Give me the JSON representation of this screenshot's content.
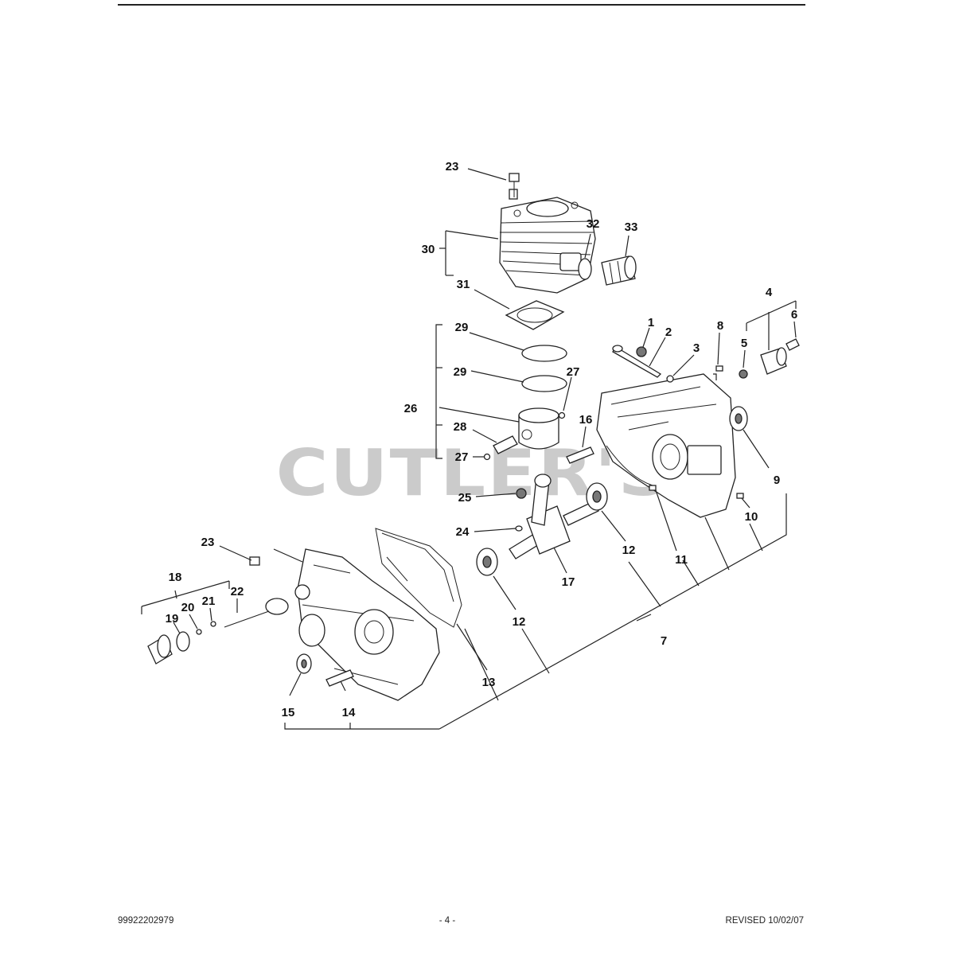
{
  "footer": {
    "part_number": "99922202979",
    "page": "- 4 -",
    "revised": "REVISED 10/02/07"
  },
  "watermark": "CUTLER'S",
  "callouts": {
    "c1": "1",
    "c2": "2",
    "c3": "3",
    "c4": "4",
    "c5": "5",
    "c6": "6",
    "c7": "7",
    "c8": "8",
    "c9": "9",
    "c10": "10",
    "c11": "11",
    "c12a": "12",
    "c12b": "12",
    "c13": "13",
    "c14": "14",
    "c15": "15",
    "c16": "16",
    "c17": "17",
    "c18": "18",
    "c19": "19",
    "c20": "20",
    "c21": "21",
    "c22": "22",
    "c23a": "23",
    "c23b": "23",
    "c24": "24",
    "c25": "25",
    "c26": "26",
    "c27a": "27",
    "c27b": "27",
    "c28": "28",
    "c29a": "29",
    "c29b": "29",
    "c30": "30",
    "c31": "31",
    "c32": "32",
    "c33": "33"
  }
}
